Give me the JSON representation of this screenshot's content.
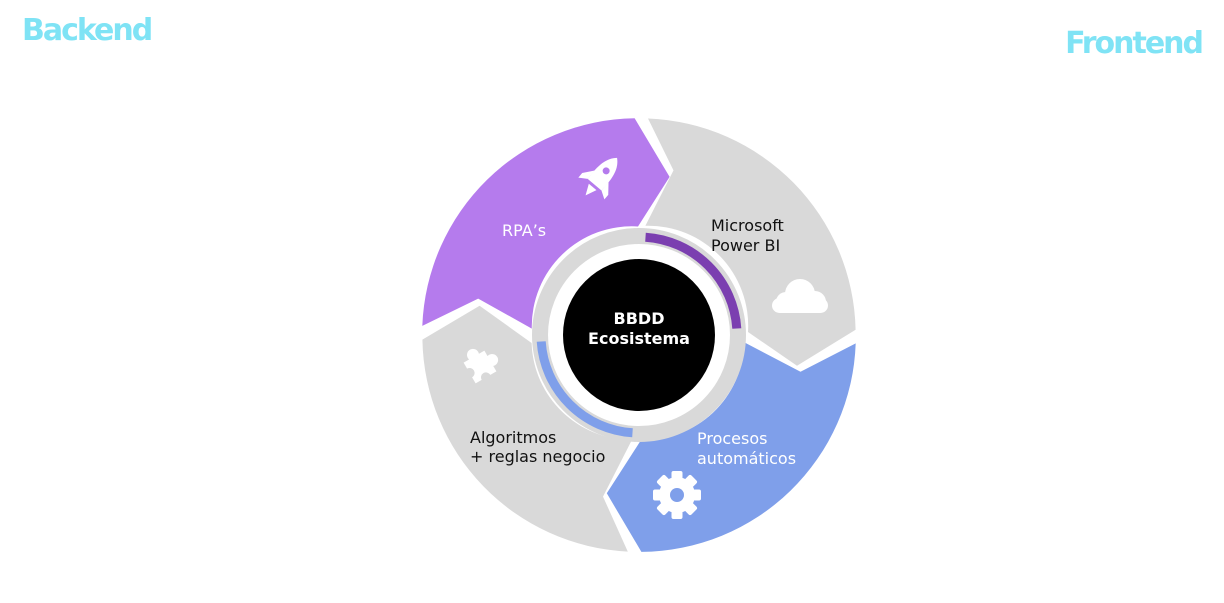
{
  "headers": {
    "left": "Backend",
    "right": "Frontend"
  },
  "center": {
    "line1": "BBDD",
    "line2": "Ecosistema"
  },
  "segments": [
    {
      "id": "rpa",
      "label_lines": [
        "RPA’s"
      ],
      "color": "#b57bed",
      "text_color": "#ffffff",
      "icon": "rocket-icon"
    },
    {
      "id": "powerbi",
      "label_lines": [
        "Microsoft",
        "Power BI"
      ],
      "color": "#d9d9d9",
      "text_color": "#111111",
      "icon": "cloud-icon"
    },
    {
      "id": "procesos",
      "label_lines": [
        "Procesos",
        "automáticos"
      ],
      "color": "#7f9fea",
      "text_color": "#ffffff",
      "icon": "gear-icon"
    },
    {
      "id": "algoritmos",
      "label_lines": [
        "Algoritmos",
        "+ reglas negocio"
      ],
      "color": "#d9d9d9",
      "text_color": "#111111",
      "icon": "puzzle-icon"
    }
  ],
  "colors": {
    "header": "#7fe3f5",
    "inner_ring": "#d9d9d9",
    "inner_ring_purple": "#7b3fb0",
    "inner_ring_blue": "#7f9fea",
    "center_fill": "#000000"
  }
}
